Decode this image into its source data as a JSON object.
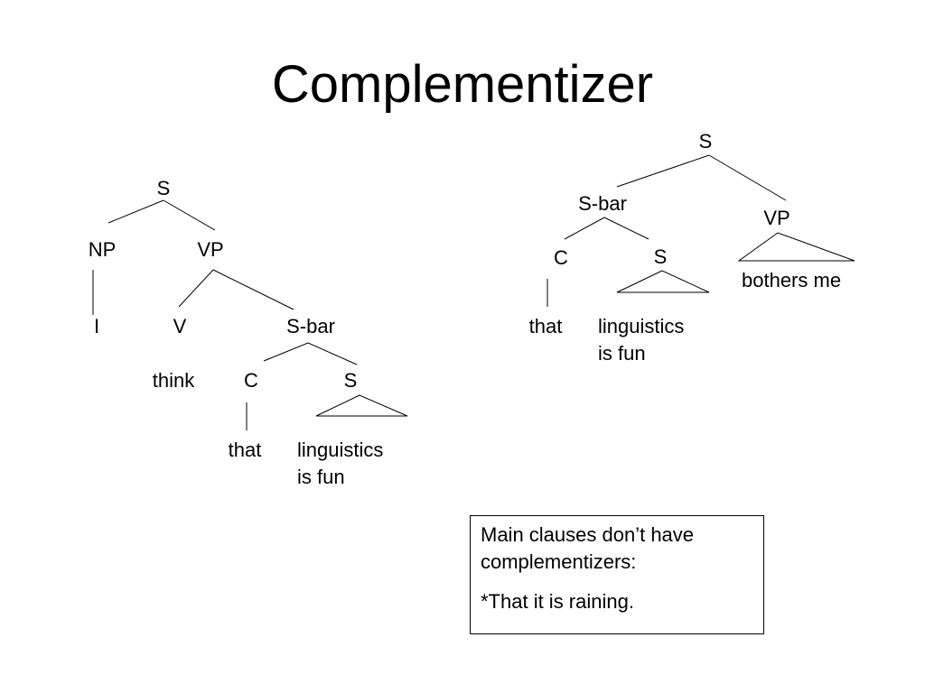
{
  "slide": {
    "title": "Complementizer"
  },
  "left_tree": {
    "s": "S",
    "np": "NP",
    "vp": "VP",
    "i": "I",
    "v": "V",
    "sbar": "S-bar",
    "think": "think",
    "c": "C",
    "s2": "S",
    "that": "that",
    "clause_line1": "linguistics",
    "clause_line2": "is fun"
  },
  "right_tree": {
    "s": "S",
    "sbar": "S-bar",
    "vp": "VP",
    "c": "C",
    "s2": "S",
    "vp_text": "bothers me",
    "that": "that",
    "clause_line1": "linguistics",
    "clause_line2": "is fun"
  },
  "note": {
    "line1": "Main clauses don’t have complementizers:",
    "line2": "*That it is raining."
  }
}
